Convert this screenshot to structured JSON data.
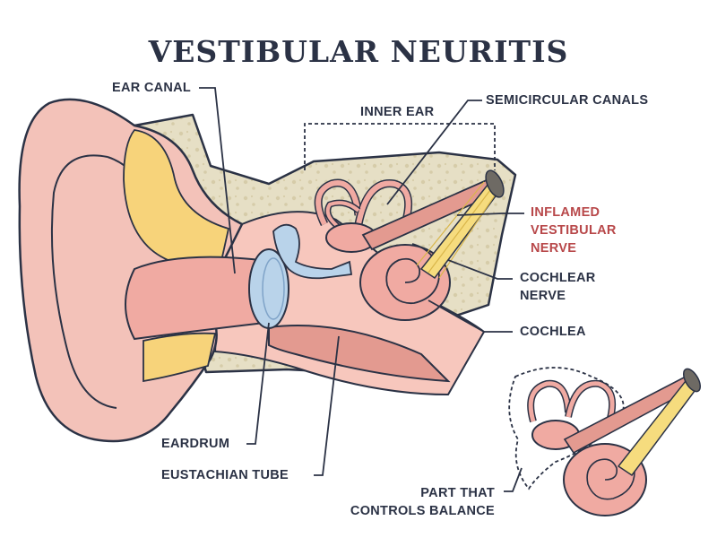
{
  "title": "VESTIBULAR NEURITIS",
  "labels": {
    "ear_canal": "EAR CANAL",
    "inner_ear": "INNER EAR",
    "semicircular_canals": "SEMICIRCULAR CANALS",
    "inflamed_nerve_1": "INFLAMED",
    "inflamed_nerve_2": "VESTIBULAR",
    "inflamed_nerve_3": "NERVE",
    "cochlear_nerve_1": "COCHLEAR",
    "cochlear_nerve_2": "NERVE",
    "cochlea": "COCHLEA",
    "eardrum": "EARDRUM",
    "eustachian_tube": "EUSTACHIAN TUBE",
    "balance_1": "PART THAT",
    "balance_2": "CONTROLS BALANCE"
  },
  "colors": {
    "title": "#2b3245",
    "label": "#2b3245",
    "highlight_label": "#b8484a",
    "skin": "#f3c2b9",
    "skin_dark": "#e39a90",
    "fat": "#f7d37a",
    "bone": "#e6dfc5",
    "canal_pink": "#f0aaa2",
    "nerve_yellow": "#f6dc7e",
    "eardrum_blue": "#b9d3ea",
    "outline": "#2b3245"
  }
}
